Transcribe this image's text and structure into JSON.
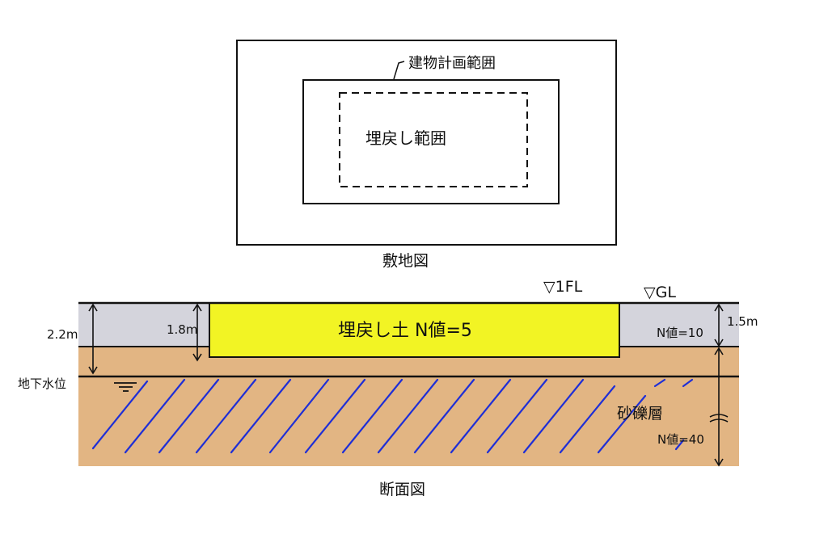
{
  "colors": {
    "ink": "#111111",
    "surface_soil": "#d4d4dc",
    "sand_soil": "#e2b583",
    "backfill": "#f2f424",
    "hatch": "#1f2fd6",
    "background": "#ffffff"
  },
  "plan": {
    "building_range_label": "建物計画範囲",
    "backfill_range_label": "埋戻し範囲",
    "caption": "敷地図"
  },
  "section": {
    "fl_label": "▽1FL",
    "gl_label": "▽GL",
    "backfill_label": "埋戻し土 N値=5",
    "left_depth_label": "2.2m",
    "pit_depth_label": "1.8m",
    "right_depth_label": "1.5m",
    "surface_n_label": "N値=10",
    "groundwater_label": "地下水位",
    "gravel_label": "砂礫層",
    "gravel_n_label": "N値=40",
    "caption": "断面図"
  }
}
